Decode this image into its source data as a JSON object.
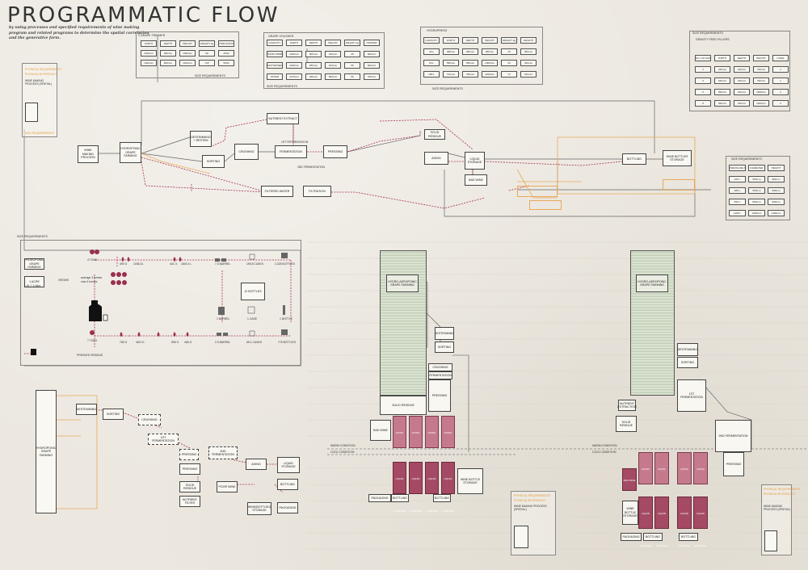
{
  "header": {
    "title": "PROGRAMMATIC FLOW",
    "subtitle": "by using processes and specified requirements of wine making program and related programs to determine the spatial correlation and the generative form."
  },
  "flow_top": {
    "wine_making_process": "WINE MAKING PROCESS",
    "hydroponic_grape_farming": "HYDROPONIC GRAPE FARMING",
    "destemming_rerun": "DESTEMMING + RESTEM",
    "sorting": "SORTING",
    "crushing": "CRUSHING",
    "nutrient_extract": "NUTRIENT EXTRACT",
    "fermentation": "FERMENTATION",
    "first_fermentation": "1ST FERMENTATION",
    "second_fermentation": "2ND FERMENTATION",
    "pressing": "PRESSING",
    "solid_residue": "SOLID RESIDUE",
    "aging": "AGING",
    "liquid_storage": "LIQUID STORAGE",
    "bad_wine": "BAD WINE",
    "bottling": "BOTTLING",
    "wine_bottles_storage": "WINE BOTTLES STORAGE",
    "filtered_water": "FILTERED WATER",
    "filtration": "FILTRATION"
  },
  "grape_trimmer": {
    "title": "GRAPE TRIMMER",
    "headers": [
      "WIDTH",
      "DEPTH",
      "HEIGHT",
      "WEIGHT kg",
      "THROUGHPUT (kg/h)"
    ],
    "rows": [
      [
        "1160mm",
        "680mm",
        "1000mm",
        "98",
        "2500"
      ],
      [
        "1300mm",
        "800mm",
        "1100mm",
        "130",
        "5000"
      ]
    ],
    "caption": "SIZE REQUIREMENTS"
  },
  "grape_crusher": {
    "title": "GRAPE CRUSHER",
    "headers": [
      "CAPACITY",
      "WIDTH",
      "DEPTH",
      "HEIGHT",
      "WEIGHT kg",
      "HOPPER"
    ],
    "rows": [
      [
        "HAND OPERATED",
        "1160mm",
        "600mm",
        "610mm",
        "36",
        "600mm"
      ],
      [
        "MOTORISED",
        "1150mm",
        "650mm",
        "610mm",
        "56",
        "600mm"
      ],
      [
        "STAND",
        "1170mm",
        "640mm",
        "800mm",
        "56",
        "700mm"
      ]
    ],
    "caption": "SIZE REQUIREMENTS"
  },
  "hydropress": {
    "title": "HYDROPRESS",
    "headers": [
      "CAPACITY",
      "WIDTH",
      "DEPTH",
      "HEIGHT",
      "WEIGHT kg",
      "LENGTH"
    ],
    "rows": [
      [
        "40 L",
        "480mm",
        "480mm",
        "900mm",
        "15",
        "300mm"
      ],
      [
        "90 L",
        "580mm",
        "590mm",
        "1000mm",
        "26",
        "400mm"
      ],
      [
        "180 L",
        "722mm",
        "780mm",
        "1150mm",
        "72",
        "510mm"
      ]
    ],
    "caption": "SIZE REQUIREMENTS"
  },
  "gravity_filler": {
    "title": "SIZE REQUIREMENTS",
    "subtitle": "GRAVITY FEED FILLERS",
    "headers": [
      "NO. OF NOZZLES",
      "WIDTH",
      "DEPTH",
      "HEIGHT",
      "CONE"
    ],
    "rows": [
      [
        "2",
        "220mm",
        "440mm",
        "790mm",
        "1"
      ],
      [
        "4",
        "420mm",
        "440mm",
        "790mm",
        "1"
      ],
      [
        "6",
        "590mm",
        "440mm",
        "1180mm",
        "2"
      ],
      [
        "8",
        "390mm",
        "440mm",
        "1180mm",
        "2"
      ]
    ]
  },
  "pressure_tanks": {
    "title": "SIZE REQUIREMENTS",
    "headers": [
      "PRESSURE TANKS",
      "DIAMETER",
      "HEIGHT"
    ],
    "rows": [
      [
        "220 L",
        "550mm",
        "990mm"
      ],
      [
        "280 L",
        "650mm",
        "990mm"
      ],
      [
        "690 L",
        "800mm",
        "990mm"
      ],
      [
        "1100 L",
        "1000mm",
        "1400mm"
      ]
    ]
  },
  "legend": {
    "physical_requirements": "PHYSICAL REQUIREMENTS",
    "physical_by_product": "PHYSICAL BY-PRODUCT",
    "wine_making_process_spatial": "WINE MAKING PROCESS (SPATIAL)",
    "size_requirements": "SIZE REQUIREMENTS",
    "warm_condition": "WARM CONDITION",
    "cool_condition": "COOL CONDITION"
  },
  "quantities": {
    "size_requirements": "SIZE REQUIREMENTS",
    "hydroponic_label": "HYDROPONIC GRAPE FARMING",
    "acre": "1 ACRE",
    "acre_note": "= 61.7 X 64m",
    "grows": "GROWS",
    "tons_low": "4 TONS",
    "tons_high": "7 TONS",
    "average": "average 3 tonnes",
    "max": "max 4 tonnes",
    "gal_a": "490 G",
    "gal_b": "1008.31",
    "gal_c": "441 G",
    "gal_d": "1840.3 L",
    "barrels_top": "7.5 BARREL",
    "cases_top": "195.8 CASES",
    "bottles_top": "2,325 BOTTLES",
    "gal_e": "765 G",
    "gal_f": "463.3 L",
    "gal_g": "595 G",
    "gal_h": "465 G",
    "barrels_bot": "2.5 BARREL",
    "cases_bot": "65.1 CASES",
    "bottles_bot": "775 BOTTLES",
    "barrel_note": "1 BARREL",
    "case_note": "1 CASE",
    "bottles_12": "12 BOTTLES",
    "bottle_note": "1 BOTTLE",
    "press_residue": "PRESSED RESIDUE"
  },
  "tower": {
    "green_label": "HYDRO-AEROPONIC GRAPE FARMING",
    "solid_residue": "SOLID RESIDUE",
    "destemming": "DESTEMMING",
    "sorting": "SORTING",
    "crushing": "CRUSHING",
    "fermentation": "FERMENTATION",
    "pressing": "PRESSING",
    "aging": "AGING",
    "liquid_storage": "LIQUID STORAGE",
    "bad_wine": "BAD WINE",
    "packaging": "PACKAGING",
    "bottling": "BOTTLING",
    "wine_bottle_storage": "WINE BOTTLE STORAGE",
    "nutrient_extraction": "NUTRIENT EXTRACTION",
    "second_fermentation": "2ND FERMENTATION"
  },
  "lower_flow": {
    "hydroponic": "HYDROPONIC GRAPE FARMING",
    "destemming": "DESTEMMING",
    "sorting": "SORTING",
    "crushing": "CRUSHING",
    "first_ferm": "1ST FERMENTATION",
    "pressing_a": "PRESSING",
    "second_ferm": "2ND FERMENTATION",
    "pressing_b": "PRESSING",
    "aging": "AGING",
    "liquid_storage": "LIQUID STORAGE",
    "solid_residue": "SOLID RESIDUE",
    "poor_wine": "POOR WINE",
    "bottling": "BOTTLING",
    "nutrient_filter": "NUTRIENT FILTER",
    "wine_storage": "WINE(BOTTLED) STORAGE",
    "packaging": "PACKAGING"
  }
}
